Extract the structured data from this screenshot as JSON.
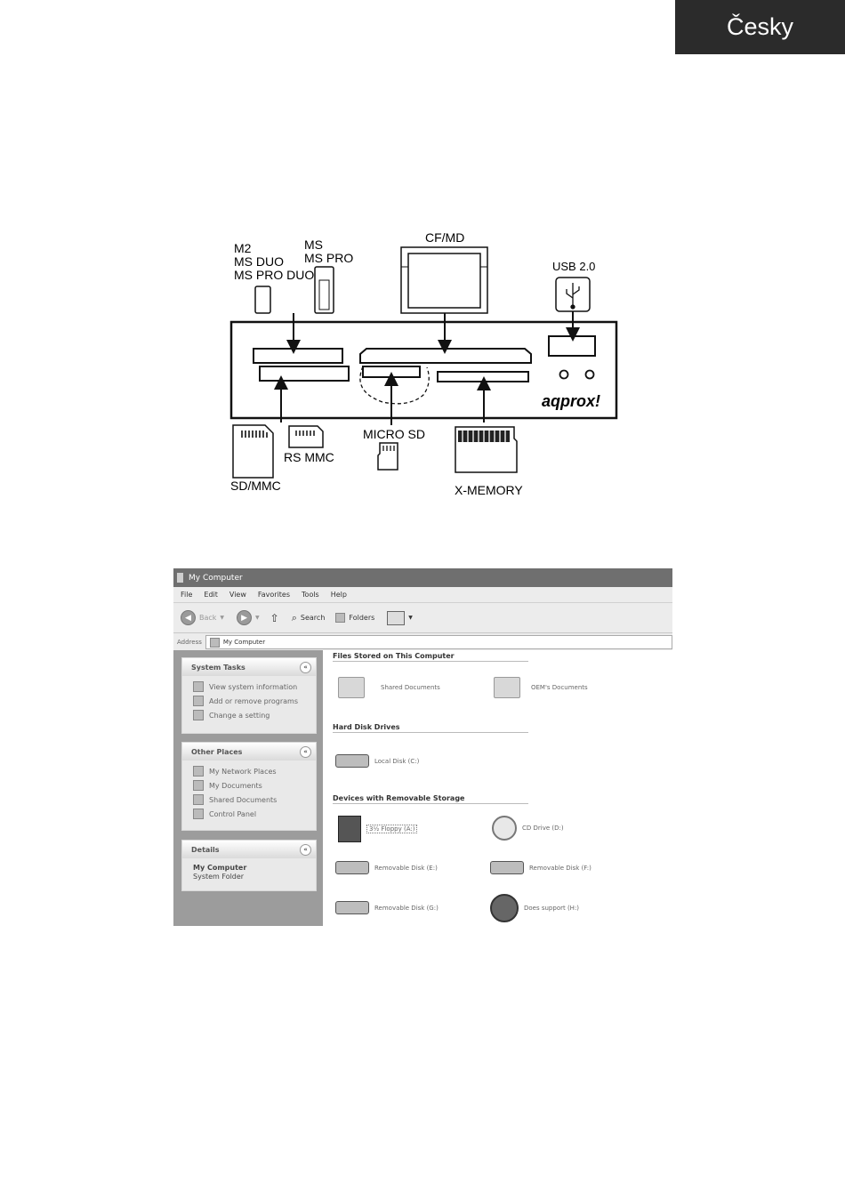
{
  "header": {
    "language_tab": "Česky"
  },
  "diagram": {
    "labels": {
      "m2": "M2",
      "ms_duo": "MS DUO",
      "ms_pro_duo": "MS PRO DUO",
      "ms": "MS",
      "ms_pro": "MS PRO",
      "cf_md": "CF/MD",
      "usb": "USB 2.0",
      "brand": "aqprox!",
      "micro_sd": "MICRO SD",
      "rs_mmc": "RS MMC",
      "sd_mmc": "SD/MMC",
      "x_memory": "X-MEMORY"
    }
  },
  "explorer": {
    "title": "My Computer",
    "menu": [
      "File",
      "Edit",
      "View",
      "Favorites",
      "Tools",
      "Help"
    ],
    "toolbar": {
      "back": "Back",
      "search": "Search",
      "folders": "Folders"
    },
    "address": {
      "label": "Address",
      "value": "My Computer"
    },
    "panels": {
      "system_tasks": {
        "title": "System Tasks",
        "items": [
          "View system information",
          "Add or remove programs",
          "Change a setting"
        ]
      },
      "other_places": {
        "title": "Other Places",
        "items": [
          "My Network Places",
          "My Documents",
          "Shared Documents",
          "Control Panel"
        ]
      },
      "details": {
        "title": "Details",
        "name": "My Computer",
        "type": "System Folder"
      }
    },
    "groups": {
      "files": {
        "title": "Files Stored on This Computer",
        "items": [
          "Shared Documents",
          "OEM's Documents"
        ]
      },
      "hard_disks": {
        "title": "Hard Disk Drives",
        "items": [
          "Local Disk (C:)"
        ]
      },
      "removable": {
        "title": "Devices with Removable Storage",
        "items": [
          "3½ Floppy (A:)",
          "CD Drive (D:)",
          "Removable Disk (E:)",
          "Removable Disk (F:)",
          "Removable Disk (G:)",
          "Does support (H:)"
        ]
      }
    }
  }
}
